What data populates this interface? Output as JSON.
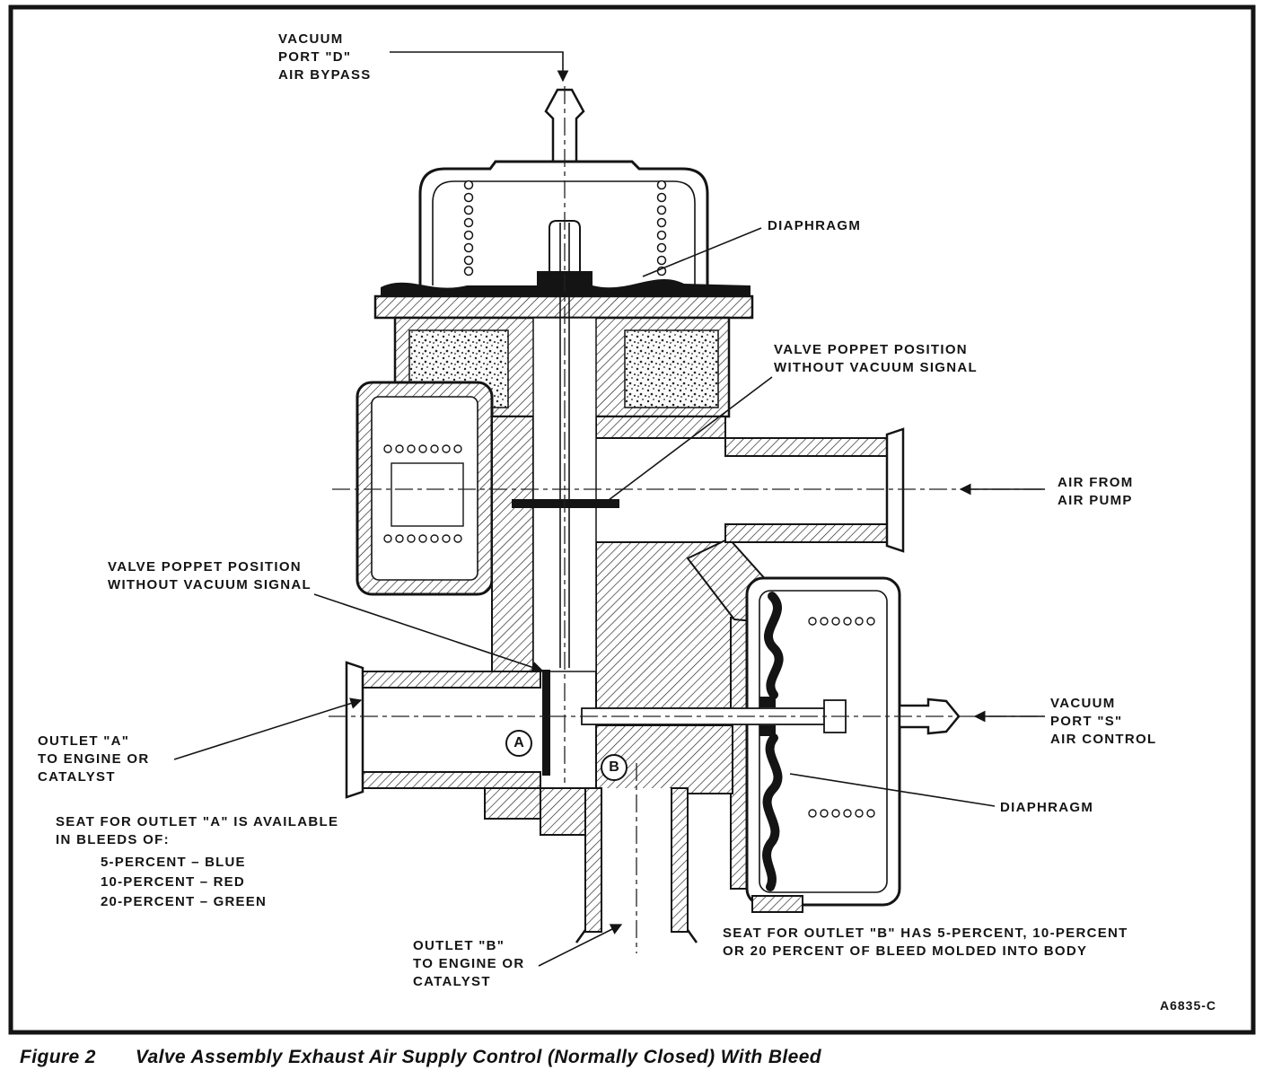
{
  "labels": {
    "vacuum_port_d": "VACUUM\nPORT \"D\"\nAIR BYPASS",
    "diaphragm_top": "DIAPHRAGM",
    "valve_poppet_right": "VALVE POPPET POSITION\nWITHOUT VACUUM SIGNAL",
    "air_from_pump": "AIR FROM\nAIR PUMP",
    "valve_poppet_left": "VALVE POPPET POSITION\nWITHOUT VACUUM SIGNAL",
    "outlet_a": "OUTLET \"A\"\nTO ENGINE OR\nCATALYST",
    "seat_a_heading": "SEAT FOR OUTLET \"A\" IS AVAILABLE\nIN BLEEDS OF:",
    "seat_a_items": [
      "5-PERCENT – BLUE",
      "10-PERCENT – RED",
      "20-PERCENT – GREEN"
    ],
    "outlet_b": "OUTLET \"B\"\nTO ENGINE OR\nCATALYST",
    "vacuum_port_s": "VACUUM\nPORT \"S\"\nAIR CONTROL",
    "diaphragm_bottom": "DIAPHRAGM",
    "seat_b": "SEAT FOR OUTLET \"B\" HAS 5-PERCENT, 10-PERCENT\nOR 20 PERCENT OF BLEED MOLDED INTO BODY",
    "marker_a": "A",
    "marker_b": "B",
    "drawing_code": "A6835-C"
  },
  "caption": {
    "figure_label": "Figure 2",
    "title": "Valve Assembly Exhaust Air Supply Control (Normally Closed) With Bleed"
  },
  "colors": {
    "ink": "#141414",
    "paper": "#ffffff"
  }
}
